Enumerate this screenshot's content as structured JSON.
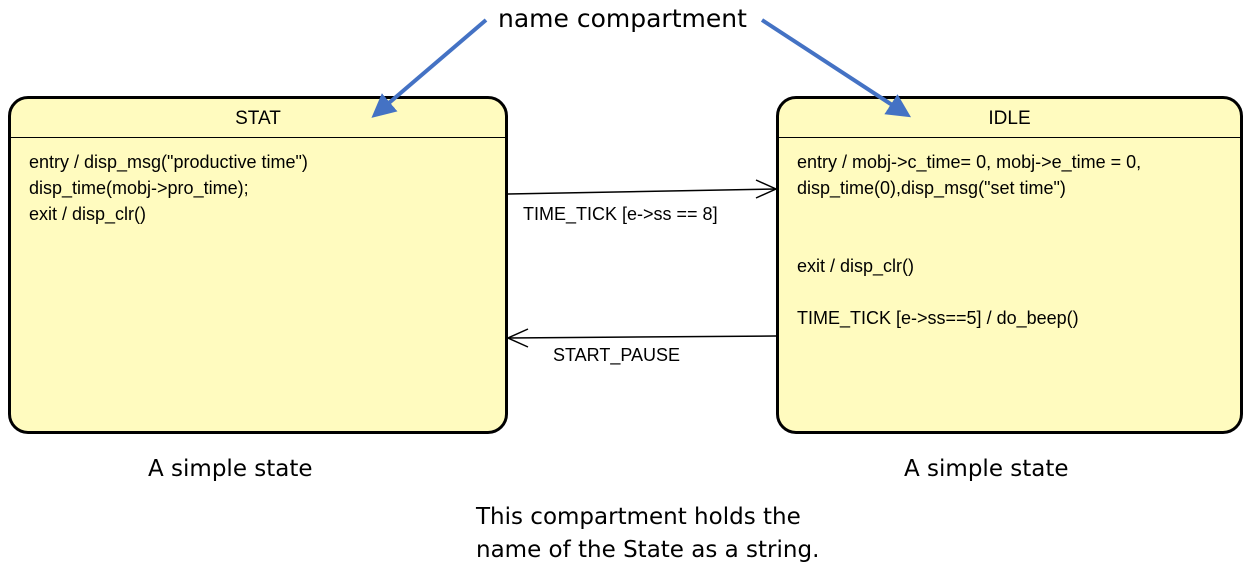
{
  "callout": {
    "label": "name compartment"
  },
  "states": [
    {
      "name": "STAT",
      "lines": [
        "entry / disp_msg(\"productive time\")",
        "disp_time(mobj->pro_time);",
        "exit / disp_clr()"
      ]
    },
    {
      "name": "IDLE",
      "lines": [
        "entry / mobj->c_time= 0, mobj->e_time = 0,",
        "disp_time(0),disp_msg(\"set time\")",
        "",
        "",
        "exit / disp_clr()",
        "",
        "TIME_TICK [e->ss==5] / do_beep()"
      ]
    }
  ],
  "transitions": [
    {
      "label": "TIME_TICK [e->ss == 8]"
    },
    {
      "label": "START_PAUSE"
    }
  ],
  "captions": {
    "left_state": "A simple state",
    "right_state": "A simple state",
    "explanation_line1": "This compartment holds the",
    "explanation_line2": "name of the State as a string."
  },
  "colors": {
    "state_fill": "#fffbbf",
    "state_border": "#000000",
    "callout_arrow": "#4472c4"
  }
}
